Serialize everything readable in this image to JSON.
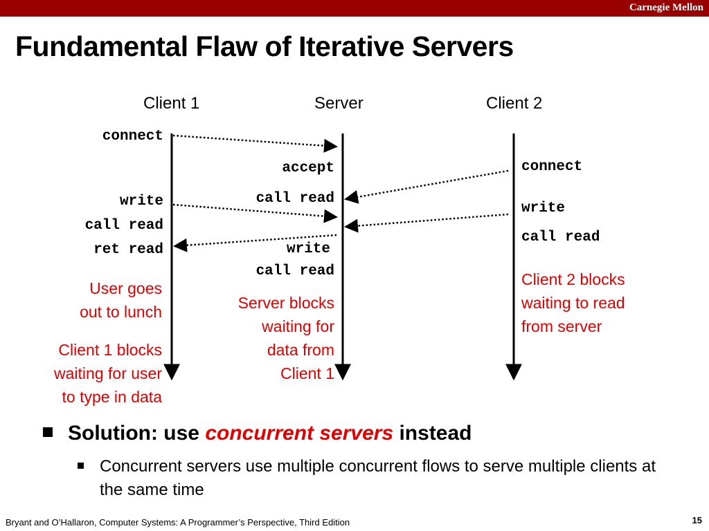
{
  "header": {
    "brand": "Carnegie Mellon"
  },
  "slide": {
    "title": "Fundamental Flaw of Iterative Servers"
  },
  "diagram": {
    "columns": {
      "client1": "Client 1",
      "server": "Server",
      "client2": "Client 2"
    },
    "client1": {
      "connect": "connect",
      "write": "write",
      "call_read": "call read",
      "ret_read": "ret read",
      "note_lunch": [
        "User goes",
        "out to lunch"
      ],
      "note_blocks": [
        "Client 1 blocks",
        "waiting for user",
        "to type in data"
      ]
    },
    "server": {
      "accept": "accept",
      "call_read_1": "call read",
      "write": "write",
      "call_read_2": "call read",
      "note_blocks": [
        "Server blocks",
        "waiting for",
        "data from",
        "Client 1"
      ]
    },
    "client2": {
      "connect": "connect",
      "write": "write",
      "call_read": "call read",
      "note_blocks": [
        "Client 2 blocks",
        "waiting to read",
        "from server"
      ]
    }
  },
  "bullets": {
    "main_prefix": "Solution: use ",
    "main_emphasis": "concurrent servers",
    "main_suffix": " instead",
    "sub": "Concurrent servers use multiple concurrent flows to serve multiple clients at the same time"
  },
  "footer": {
    "citation": "Bryant and O’Hallaron, Computer Systems: A Programmer’s Perspective, Third Edition",
    "page": "15"
  },
  "colors": {
    "brand_bar": "#990000",
    "highlight": "#e00000"
  }
}
